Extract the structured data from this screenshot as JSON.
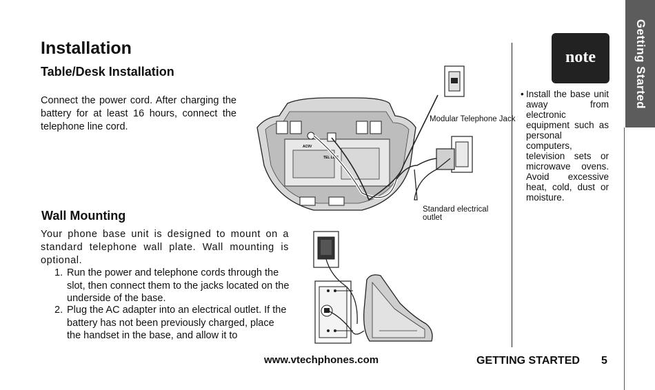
{
  "title": "Installation",
  "section1": {
    "heading": "Table/Desk Installation",
    "body": "Connect the power cord. After charging the battery for at least 16 hours, connect the telephone line cord."
  },
  "figure1": {
    "jack_label": "Modular Telephone Jack",
    "outlet_label": "Standard electrical outlet",
    "port_ac": "AC9V",
    "port_tel": "TEL LINE"
  },
  "section2": {
    "heading": "Wall Mounting",
    "intro": "Your phone base unit is designed to mount on a standard telephone wall plate. Wall mounting is optional.",
    "steps": [
      {
        "num": "1.",
        "text": "Run the power and telephone cords through the slot, then connect them to the jacks located on the underside of the base."
      },
      {
        "num": "2.",
        "text": "Plug the AC adapter into an electrical outlet. If the battery has not been previously charged, place the handset in the base, and allow it to"
      }
    ]
  },
  "sidebar": {
    "tab_label": "Getting Started",
    "note_label": "note",
    "note_bullet": "•",
    "note_text": "Install the base unit away from electronic equipment such as personal computers, television sets or microwave ovens. Avoid excessive heat, cold, dust or moisture."
  },
  "footer": {
    "url": "www.vtechphones.com",
    "section": "GETTING STARTED",
    "page_number": "5"
  }
}
